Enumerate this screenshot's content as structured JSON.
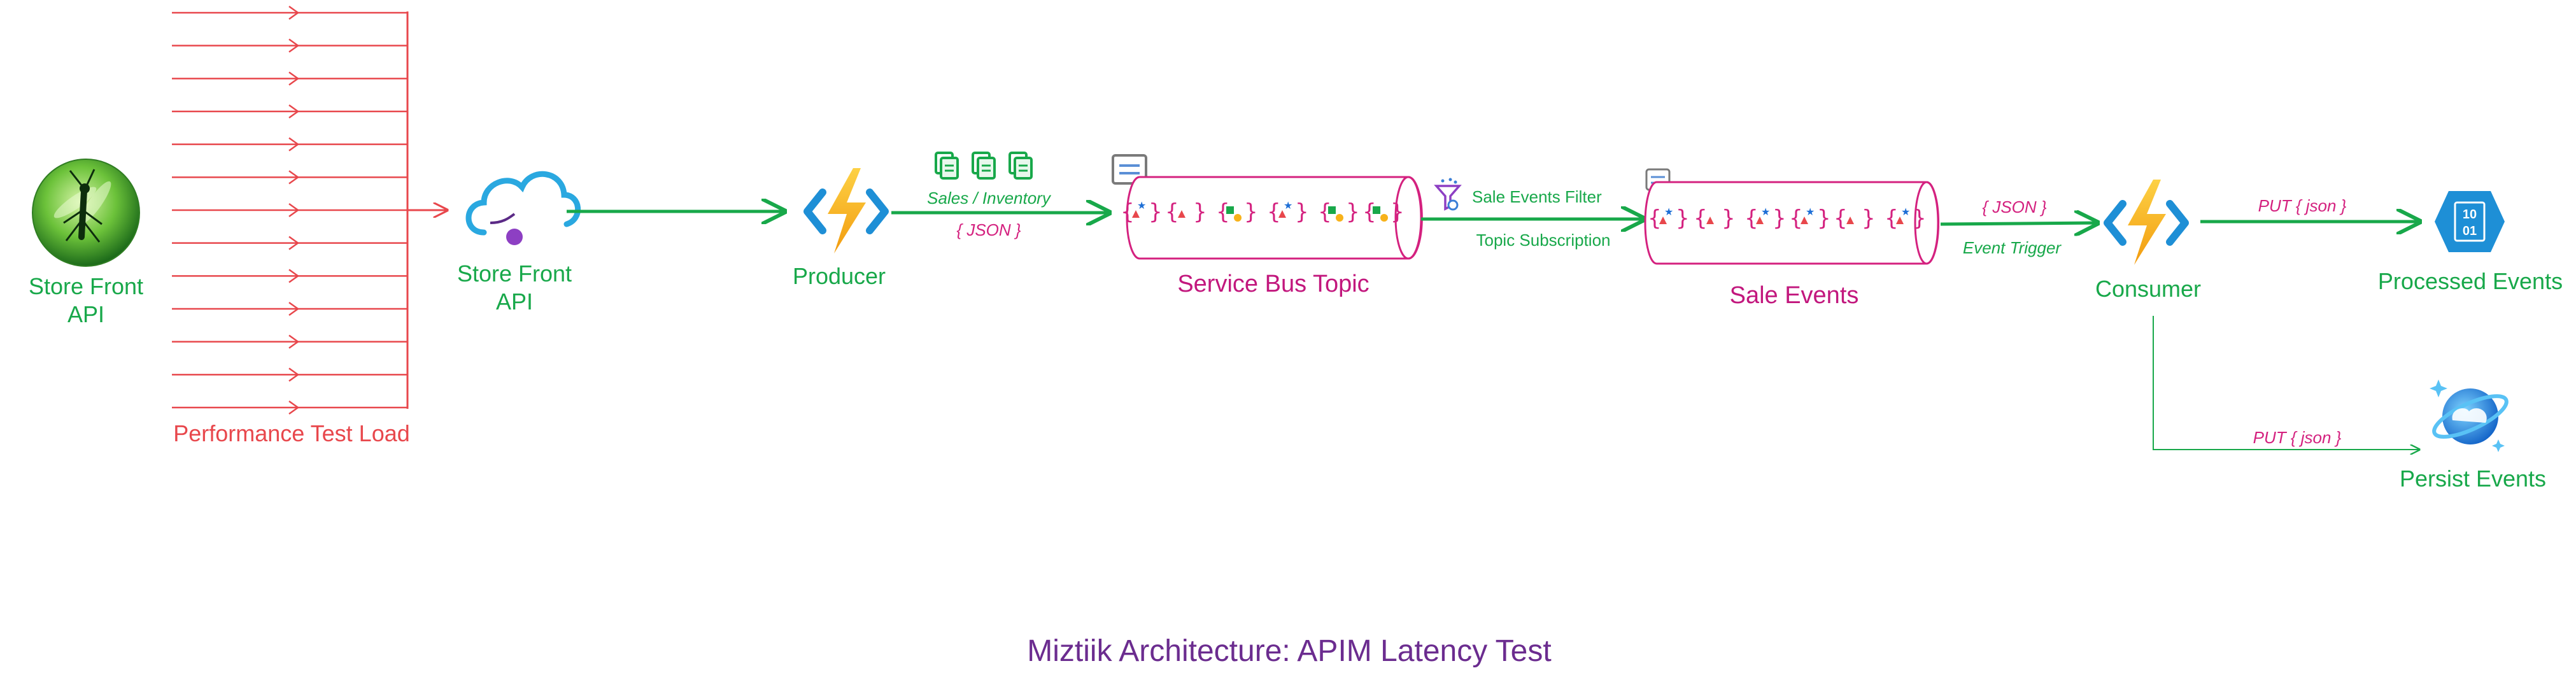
{
  "nodes": {
    "store_front_api_1": {
      "line1": "Store Front",
      "line2": "API"
    },
    "store_front_api_2": {
      "line1": "Store Front",
      "line2": "API"
    },
    "producer": {
      "label": "Producer"
    },
    "service_bus_topic": {
      "label": "Service Bus Topic"
    },
    "sale_events": {
      "label": "Sale Events"
    },
    "consumer": {
      "label": "Consumer"
    },
    "processed_events": {
      "label": "Processed Events",
      "icon_text_1": "10",
      "icon_text_2": "01"
    },
    "persist_events": {
      "label": "Persist Events"
    }
  },
  "load": {
    "label": "Performance Test Load",
    "arrow_count": 13
  },
  "edges": {
    "producer_to_topic": {
      "top": "Sales / Inventory",
      "bottom": "{ JSON }"
    },
    "topic_to_sale_events": {
      "top": "Sale Events Filter",
      "bottom": "Topic Subscription"
    },
    "sale_events_to_consumer": {
      "top": "{ JSON }",
      "bottom": "Event Trigger"
    },
    "consumer_to_processed": {
      "top": "PUT { json }"
    },
    "consumer_to_persist": {
      "top": "PUT { json }"
    }
  },
  "title": "Miztiik Architecture: APIM Latency Test",
  "colors": {
    "green": "#18a84a",
    "red": "#e8474c",
    "magenta": "#c2177d",
    "title": "#6b2c8f",
    "azure_blue": "#1e8fd6",
    "function_yellow": "#f7b21a"
  },
  "icons": {
    "locust": "locust-icon",
    "api_management": "api-management-cloud-icon",
    "function": "azure-function-icon",
    "service_bus": "service-bus-icon",
    "filter": "filter-icon",
    "document": "document-icon",
    "event_hub": "event-hub-icon",
    "cosmos_db": "cosmos-db-icon"
  }
}
